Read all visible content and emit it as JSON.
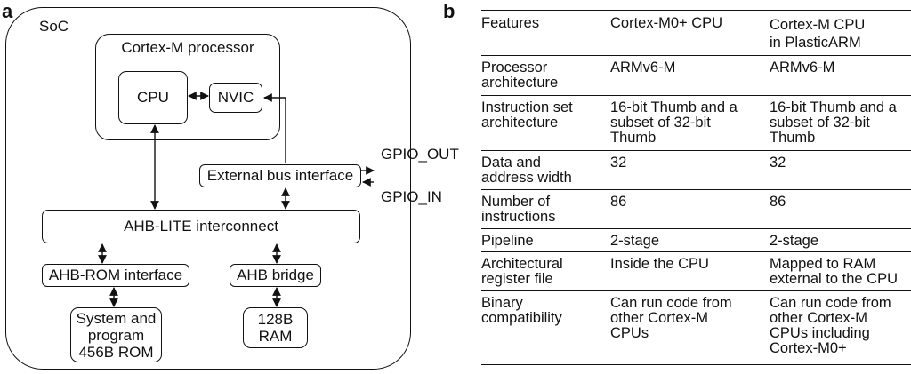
{
  "panel_a_label": "a",
  "panel_b_label": "b",
  "diagram": {
    "soc_label": "SoC",
    "processor_label": "Cortex-M processor",
    "cpu_label": "CPU",
    "nvic_label": "NVIC",
    "ext_bus_label": "External bus interface",
    "gpio_out_label": "GPIO_OUT",
    "gpio_in_label": "GPIO_IN",
    "ahb_interconnect_label": "AHB-LITE interconnect",
    "ahb_rom_label": "AHB-ROM interface",
    "ahb_bridge_label": "AHB bridge",
    "rom_label": "System and\nprogram\n456B ROM",
    "ram_label": "128B\nRAM"
  },
  "table": {
    "headers": [
      "Features",
      "Cortex-M0+ CPU",
      "Cortex-M CPU\nin PlasticARM"
    ],
    "rows": [
      [
        "Processor\narchitecture",
        "ARMv6-M",
        "ARMv6-M"
      ],
      [
        "Instruction set\narchitecture",
        "16-bit Thumb and a\nsubset of 32-bit\nThumb",
        "16-bit Thumb and a\nsubset of 32-bit\nThumb"
      ],
      [
        "Data and\naddress width",
        "32",
        "32"
      ],
      [
        "Number of\ninstructions",
        "86",
        "86"
      ],
      [
        "Pipeline",
        "2-stage",
        "2-stage"
      ],
      [
        "Architectural\nregister file",
        "Inside the CPU",
        "Mapped to RAM\nexternal to the CPU"
      ],
      [
        "Binary\ncompatibility",
        "Can run code from\nother Cortex-M\nCPUs",
        "Can run code from\nother Cortex-M\nCPUs including\nCortex-M0+"
      ]
    ]
  }
}
